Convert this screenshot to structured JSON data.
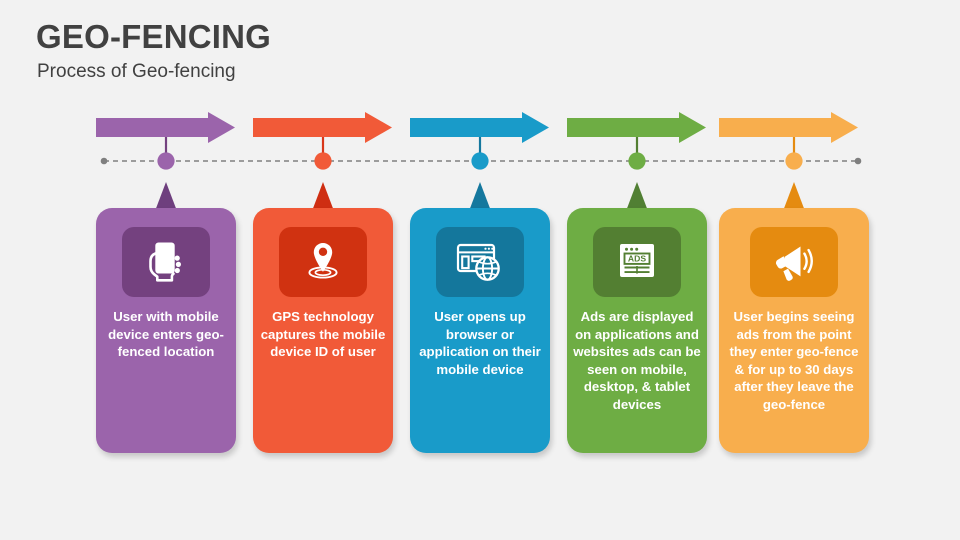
{
  "header": {
    "title": "GEO-FENCING",
    "subtitle": "Process of Geo-fencing"
  },
  "colors": {
    "background": "#f2f2f2",
    "title_text": "#414141",
    "dashed_line": "#7f7f7f",
    "card_text": "#ffffff"
  },
  "steps": [
    {
      "index": 1,
      "icon": "hand-holding-mobile-icon",
      "text": "User with mobile device enters geo-fenced location",
      "card_color": "#9b64ab",
      "arrow_color": "#9b64ab",
      "icon_box_color": "#74417f",
      "marker_color": "#9b64ab",
      "pointer_color": "#6e3f7e",
      "stem_color": "#74417f"
    },
    {
      "index": 2,
      "icon": "location-pin-icon",
      "text": "GPS technology captures the mobile device ID of user",
      "card_color": "#f15a38",
      "arrow_color": "#f15a38",
      "icon_box_color": "#d03211",
      "marker_color": "#f15a38",
      "pointer_color": "#cf2e12",
      "stem_color": "#d8371a"
    },
    {
      "index": 3,
      "icon": "browser-globe-icon",
      "text": "User opens up browser or application on their mobile device",
      "card_color": "#199bc9",
      "arrow_color": "#199bc9",
      "icon_box_color": "#14779c",
      "marker_color": "#199bc9",
      "pointer_color": "#15789e",
      "stem_color": "#15789e"
    },
    {
      "index": 4,
      "icon": "ads-window-icon",
      "text": "Ads are displayed on applications and websites ads can be seen on mobile, desktop, & tablet devices",
      "card_color": "#6ead44",
      "arrow_color": "#6ead44",
      "icon_box_color": "#537f32",
      "marker_color": "#6ead44",
      "pointer_color": "#517f33",
      "stem_color": "#537f32"
    },
    {
      "index": 5,
      "icon": "megaphone-icon",
      "text": "User begins seeing ads from the point they enter geo-fence & for up to 30 days after they leave the geo-fence",
      "card_color": "#f8ae4d",
      "arrow_color": "#f8ae4d",
      "icon_box_color": "#e58b10",
      "marker_color": "#f8ae4d",
      "pointer_color": "#e58b10",
      "stem_color": "#e58b10"
    }
  ]
}
